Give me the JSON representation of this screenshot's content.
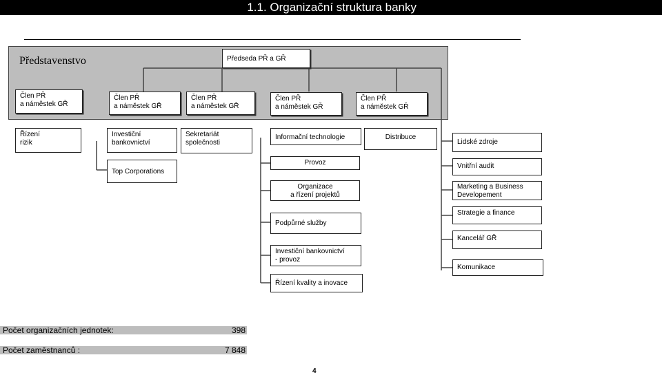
{
  "header": {
    "title": "1.1. Organizační struktura banky"
  },
  "board": {
    "title": "Představenstvo",
    "chair": "Předseda PŘ a GŘ",
    "members": [
      "Člen PŘ\na náměstek GŘ",
      "Člen PŘ\na náměstek GŘ",
      "Člen PŘ\na náměstek GŘ",
      "Člen PŘ\na náměstek GŘ",
      "Člen PŘ\na náměstek GŘ"
    ]
  },
  "units": {
    "rizeni_rizik": "Řízení\nrizik",
    "investicni_bankovnictvi": "Investiční\nbankovnictví",
    "top_corporations": "Top Corporations",
    "sekretariat": "Sekretariát\nspolečnosti",
    "informacni_technologie": "Informační technologie",
    "provoz": "Provoz",
    "organizace": "Organizace\na řízení projektů",
    "podpurne_sluzby": "Podpůrné služby",
    "investicni_provoz": "Investiční bankovnictví\n- provoz",
    "rizeni_kvality": "Řízení kvality a inovace",
    "distribuce": "Distribuce",
    "lidske_zdroje": "Lidské zdroje",
    "vnitrni_audit": "Vnitřní audit",
    "marketing": "Marketing a Business\nDevelopement",
    "strategie": "Strategie a finance",
    "kancelar": "Kancelář GŘ",
    "komunikace": "Komunikace"
  },
  "stats": [
    {
      "label": "Počet organizačních jednotek:",
      "value": "398"
    },
    {
      "label": "Počet zaměstnanců :",
      "value": "7 848"
    }
  ],
  "page_number": "4"
}
